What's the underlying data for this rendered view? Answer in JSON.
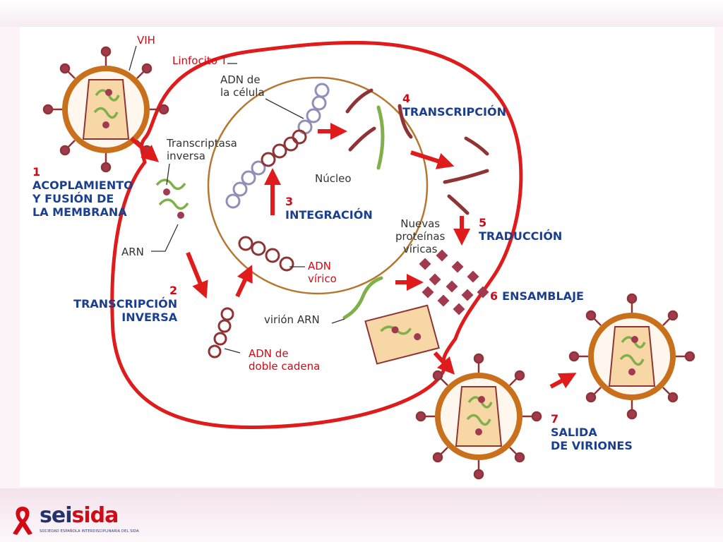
{
  "labels": {
    "vih": "VIH",
    "linfocito": "Linfocito T",
    "adn_celula": [
      "ADN de",
      "la célula"
    ],
    "transcriptasa": [
      "Transcriptasa",
      "inversa"
    ],
    "nucleo": "Núcleo",
    "arn": "ARN",
    "adn_virico": [
      "ADN",
      "vírico"
    ],
    "nuevas_proteinas": [
      "Nuevas",
      "proteínas",
      "víricas"
    ],
    "virion_arn": "virión ARN",
    "adn_doble": [
      "ADN de",
      "doble cadena"
    ]
  },
  "steps": {
    "s1": {
      "num": "1",
      "lines": [
        "ACOPLAMIENTO",
        "Y FUSIÓN DE",
        "LA MEMBRANA"
      ]
    },
    "s2": {
      "num": "2",
      "lines": [
        "TRANSCRIPCIÓN",
        "INVERSA"
      ]
    },
    "s3": {
      "num": "3",
      "lines": [
        "INTEGRACIÓN"
      ]
    },
    "s4": {
      "num": "4",
      "lines": [
        "TRANSCRIPCIÓN"
      ]
    },
    "s5": {
      "num": "5",
      "lines": [
        "TRADUCCIÓN"
      ]
    },
    "s6": {
      "num": "6",
      "lines": [
        "ENSAMBLAJE"
      ]
    },
    "s7": {
      "num": "7",
      "lines": [
        "SALIDA",
        "DE VIRIONES"
      ]
    }
  },
  "logo": {
    "part1": "sei",
    "part2": "sida",
    "subtitle": "SOCIEDAD ESPAÑOLA INTERDISCIPLINARIA DEL SIDA"
  },
  "colors": {
    "membrane": "#e01b1b",
    "virus_shell": "#c8701c",
    "capsid": "#f7d7a6",
    "rna_green": "#7fb04a",
    "rna_brown": "#8e3434",
    "protein": "#a13a4f",
    "dna_blue": "#8f8fb8",
    "text_blue": "#1b3f8f",
    "text_red": "#d10a16"
  }
}
